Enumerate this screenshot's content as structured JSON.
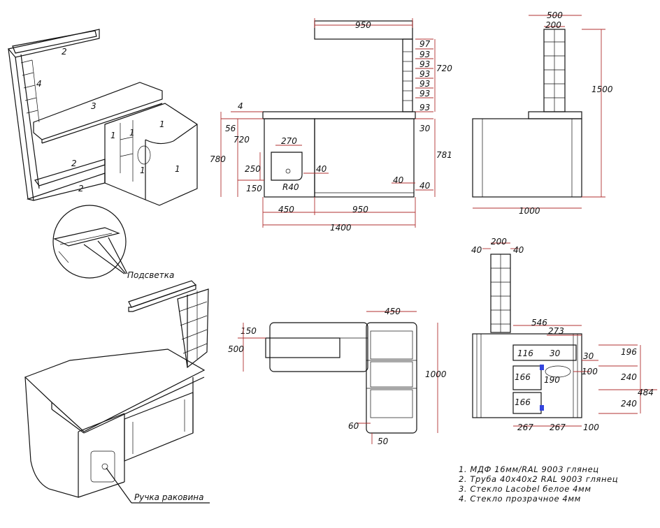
{
  "iso_parts": {
    "p2a": "2",
    "p4": "4",
    "p3": "3",
    "p1a": "1",
    "p1b": "1",
    "p1c": "1",
    "p1d": "1",
    "p1e": "1",
    "p2b": "2",
    "p2c": "2"
  },
  "callouts": {
    "lighting": "Подсветка",
    "sink_handle": "Ручка раковина"
  },
  "front_dims": {
    "canopy_w": "950",
    "r97": "97",
    "r93a": "93",
    "r93b": "93",
    "r93c": "93",
    "r93d": "93",
    "r93e": "93",
    "h720r": "720",
    "d4": "4",
    "d56": "56",
    "d720l": "720",
    "d30": "30",
    "d270": "270",
    "d780": "780",
    "d781": "781",
    "d250": "250",
    "d40a": "40",
    "d150": "150",
    "dR40": "R40",
    "d40b": "40",
    "d40c": "40",
    "d450": "450",
    "d950": "950",
    "d1400": "1400"
  },
  "side_dims": {
    "d500": "500",
    "d200": "200",
    "d1500": "1500",
    "d1000": "1000"
  },
  "plan_dims": {
    "d450": "450",
    "d150": "150",
    "d500": "500",
    "d1000": "1000",
    "d60": "60",
    "d50": "50"
  },
  "section_dims": {
    "d200": "200",
    "d40l": "40",
    "d40r": "40",
    "d546": "546",
    "d273": "273",
    "d116": "116",
    "d30a": "30",
    "d30b": "30",
    "d100a": "100",
    "d196": "196",
    "d190": "190",
    "d166a": "166",
    "d240a": "240",
    "d484": "484",
    "d166b": "166",
    "d240b": "240",
    "d267a": "267",
    "d267b": "267",
    "d100b": "100"
  },
  "legend": [
    "1.  МДФ  16мм/RAL  9003  глянец",
    "2.  Труба    40х40х2  RAL  9003  глянец",
    "3.  Стекло  Lacobel  белое  4мм",
    "4.  Стекло  прозрачное  4мм"
  ],
  "colors": {
    "line": "#111111",
    "dimension": "#b03030",
    "marker": "#3344dd"
  }
}
